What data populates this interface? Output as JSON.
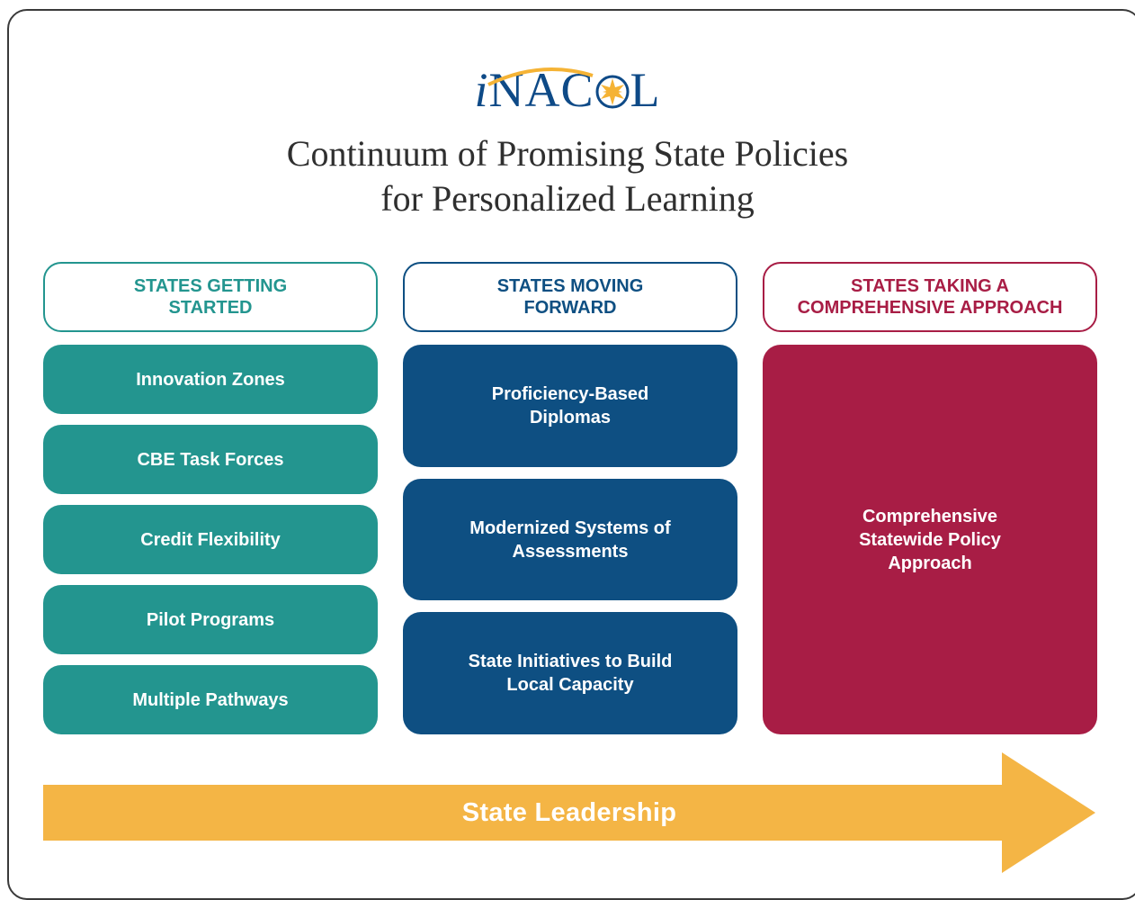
{
  "logo": {
    "text_i": "i",
    "text_rest_a": "NAC",
    "text_rest_b": "L",
    "color": "#0e4a87",
    "star_color": "#f5b335"
  },
  "title": {
    "line1": "Continuum of Promising State Policies",
    "line2": "for Personalized Learning"
  },
  "columns": [
    {
      "header": "STATES GETTING\nSTARTED",
      "color": "#23958f",
      "items": [
        "Innovation Zones",
        "CBE Task Forces",
        "Credit Flexibility",
        "Pilot Programs",
        "Multiple Pathways"
      ]
    },
    {
      "header": "STATES MOVING\nFORWARD",
      "color": "#0e4f82",
      "items": [
        "Proficiency-Based\nDiplomas",
        "Modernized Systems of\nAssessments",
        "State Initiatives to Build\nLocal Capacity"
      ]
    },
    {
      "header": "STATES TAKING A\nCOMPREHENSIVE APPROACH",
      "color": "#a81d45",
      "items": [
        "Comprehensive\nStatewide Policy\nApproach"
      ]
    }
  ],
  "arrow": {
    "label": "State Leadership",
    "color": "#f4b545"
  }
}
